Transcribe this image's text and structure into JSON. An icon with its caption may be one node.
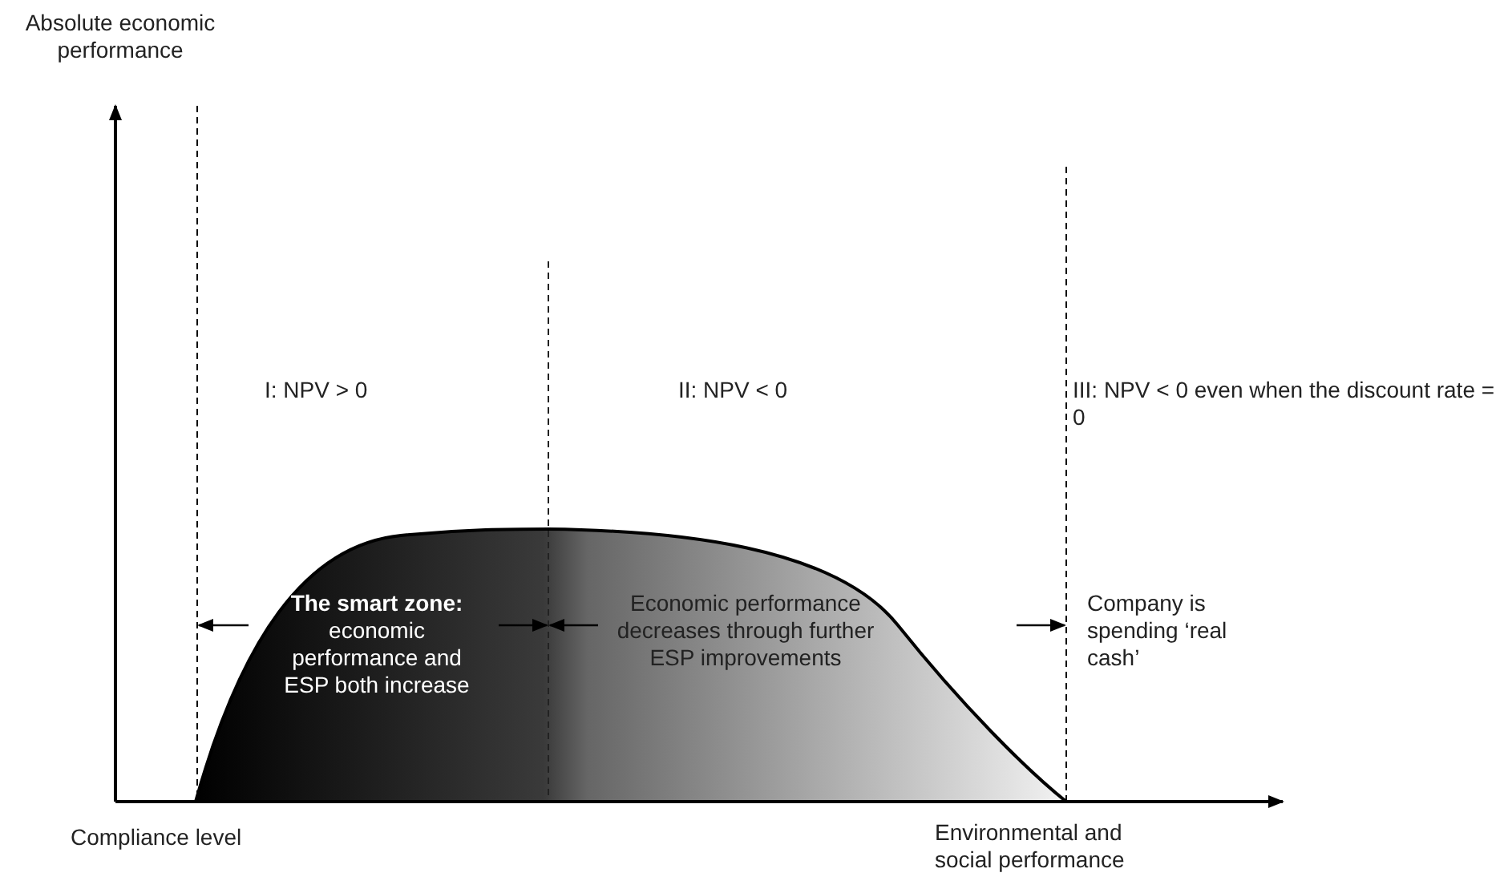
{
  "diagram": {
    "labels": [
      "Absolute economic performance",
      "I: NPV > 0",
      "II: NPV < 0",
      "III: NPV < 0 even when the discount rate = 0",
      "**The smart zone:** economic performance and ESP both increase",
      "Economic performance decreases through further ESP improvements",
      "Company is spending ‘real cash’",
      "Compliance level",
      "Environmental and social performance"
    ]
  }
}
